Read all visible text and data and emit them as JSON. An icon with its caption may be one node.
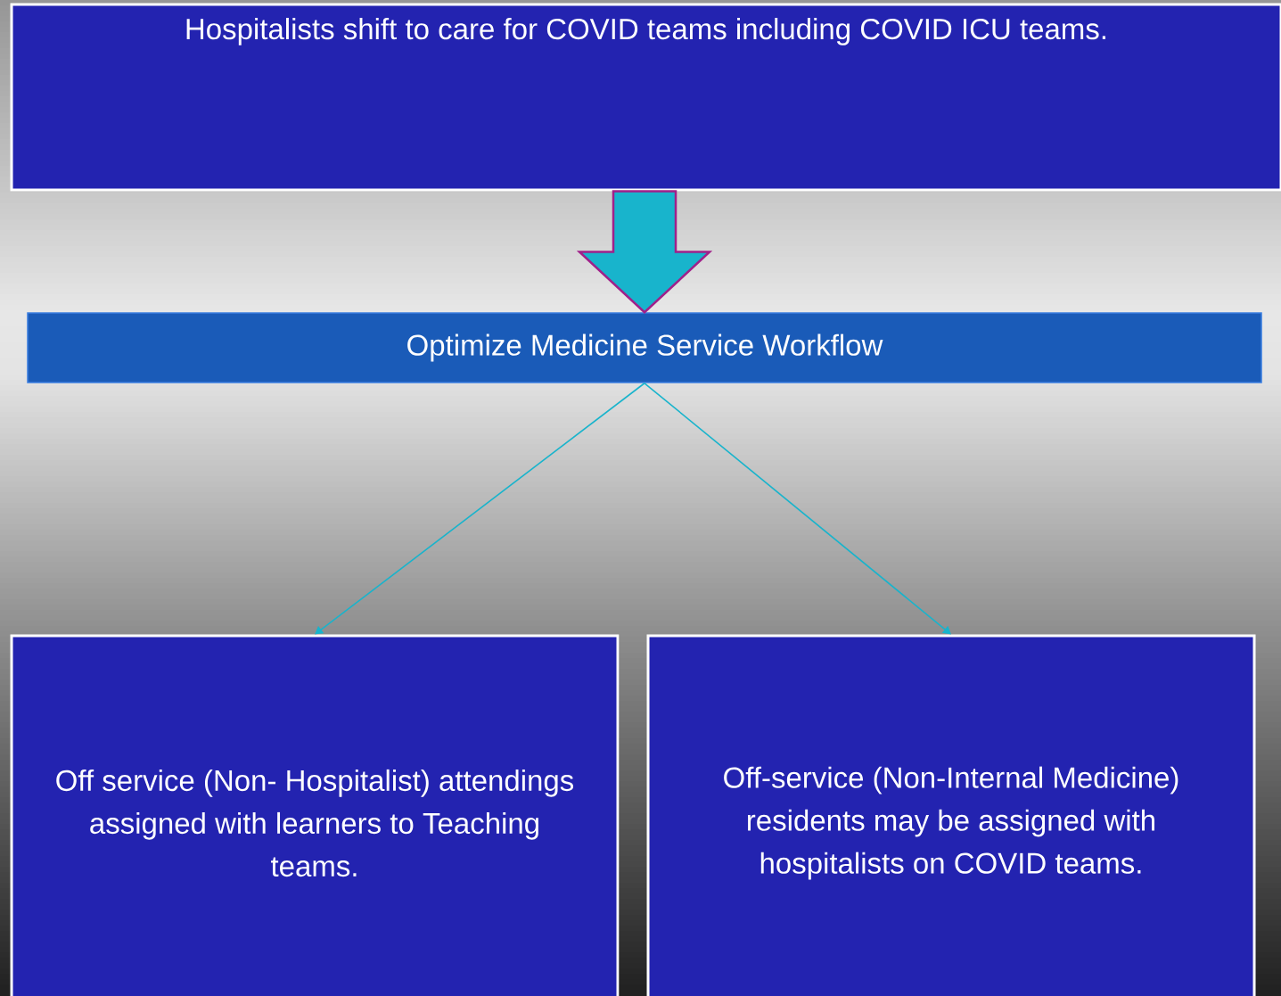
{
  "diagram": {
    "nodes": [
      {
        "text": [
          "Hospitalists shift to care for COVID teams including COVID ICU teams."
        ]
      },
      {
        "text": [
          "Optimize Medicine Service Workflow"
        ]
      },
      {
        "text": [
          "Off service (Non- Hospitalist) attendings assigned with learners to Teaching teams."
        ]
      },
      {
        "text": [
          "Off-service (Non-Internal Medicine) residents may be assigned with hospitalists on COVID teams."
        ]
      }
    ],
    "edges": [
      {
        "from": 0,
        "to": 1,
        "arrow": "to",
        "style": "thick"
      },
      {
        "from": 1,
        "to": 2,
        "arrow": "to"
      },
      {
        "from": 1,
        "to": 3,
        "arrow": "to"
      }
    ]
  }
}
